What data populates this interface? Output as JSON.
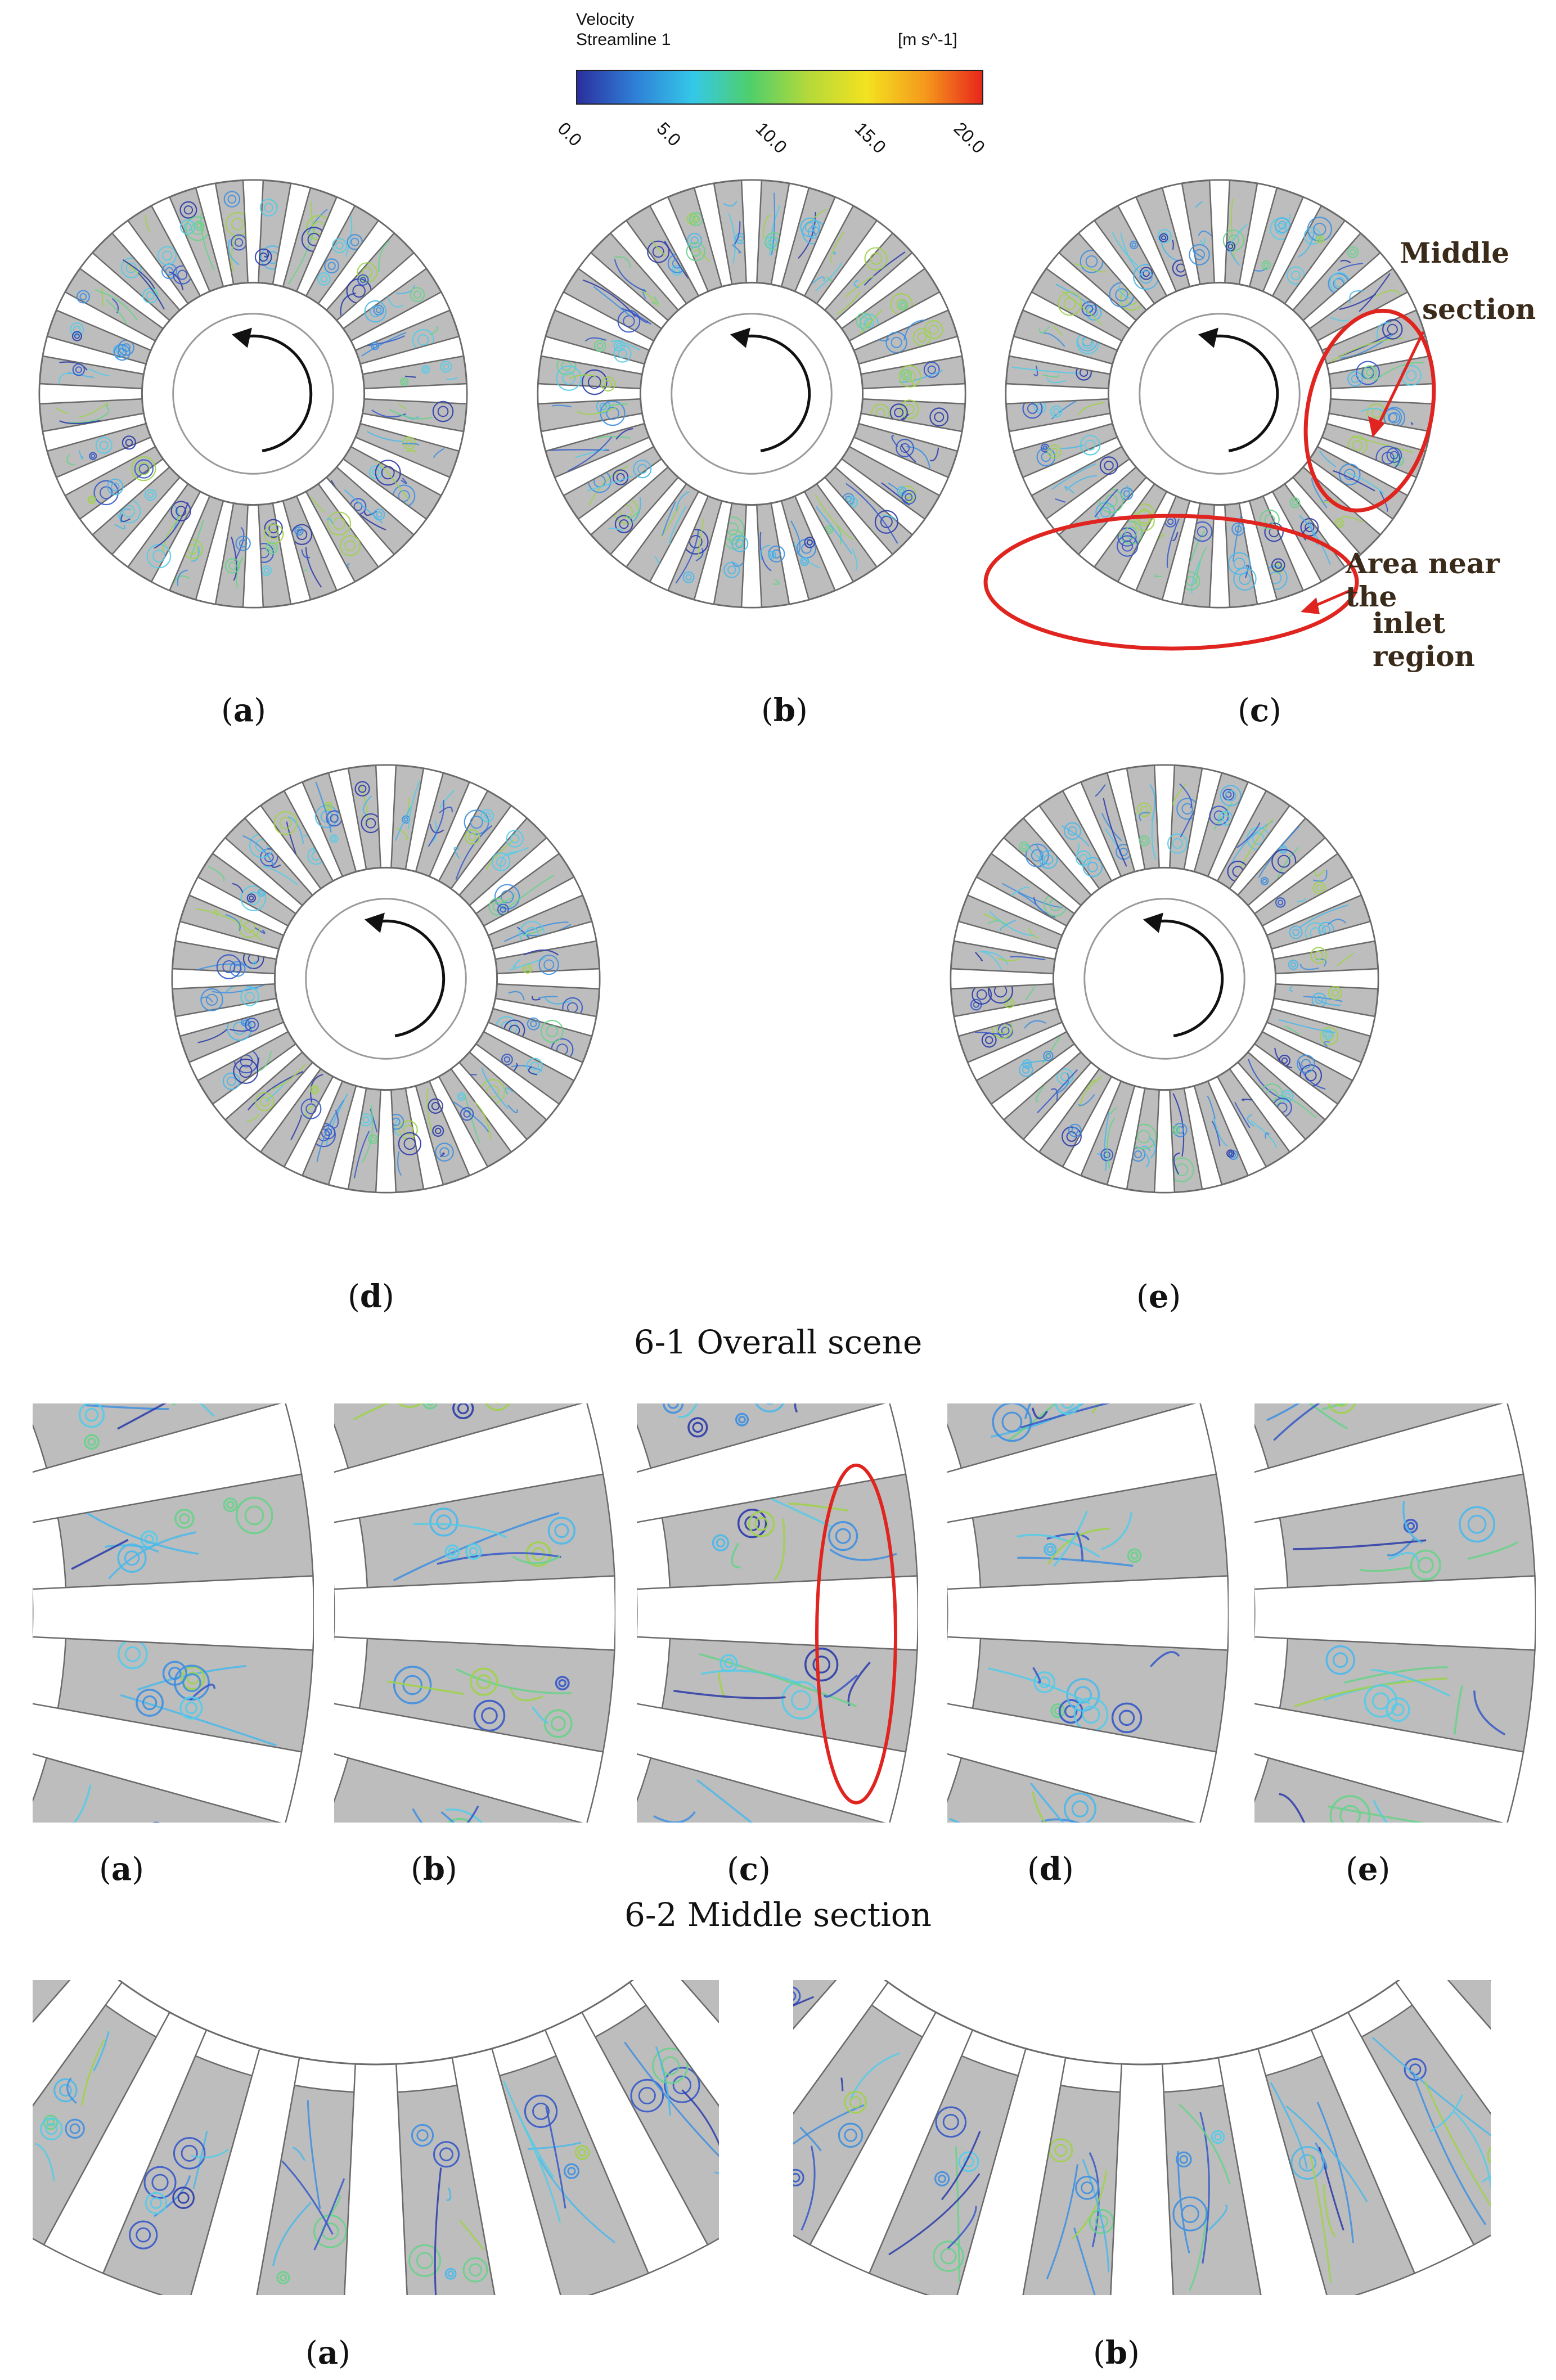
{
  "colorbar": {
    "title": "Velocity",
    "subtitle": "Streamline 1",
    "unit": "[m s^-1]",
    "ticks": [
      "0.0",
      "5.0",
      "10.0",
      "15.0",
      "20.0"
    ],
    "range": [
      0,
      20
    ],
    "colors": [
      "#2b2f9e",
      "#2f7fd6",
      "#34c8e8",
      "#4fcf6a",
      "#b5d93a",
      "#f3e21f",
      "#f59a1c",
      "#e8261b"
    ]
  },
  "annotations": {
    "middle": [
      "Middle",
      "section"
    ],
    "inlet": [
      "Area near the",
      "inlet region"
    ],
    "color": "#e0241f"
  },
  "panels_overall": [
    "(a)",
    "(b)",
    "(c)",
    "(d)",
    "(e)"
  ],
  "panels_middle": [
    "(a)",
    "(b)",
    "(c)",
    "(d)",
    "(e)"
  ],
  "panels_inlet": [
    "(a)",
    "(b)"
  ],
  "panel_letters": {
    "a": "a",
    "b": "b",
    "c": "c",
    "d": "d",
    "e": "e"
  },
  "captions": {
    "overall": "6-1 Overall scene",
    "middle": "6-2 Middle section"
  },
  "palette": {
    "passage": "#bdbdbd",
    "blade": "#ffffff",
    "outline": "#6a6a6a",
    "stream_colors": [
      "#2a3aa8",
      "#3558c8",
      "#3e8fe0",
      "#4bb8ea",
      "#55cbe8",
      "#68d28a",
      "#9fd24a"
    ]
  }
}
